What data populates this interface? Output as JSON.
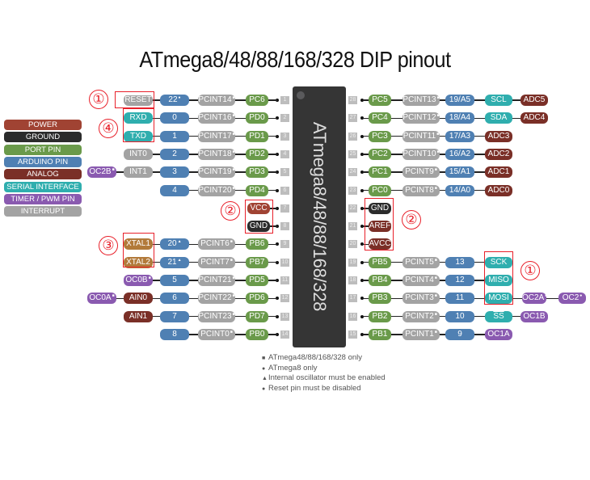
{
  "title": "ATmega8/48/88/168/328 DIP pinout",
  "colors": {
    "power": "#a04333",
    "ground": "#2b2b2b",
    "port": "#6a9a4a",
    "arduino": "#4f80b3",
    "analog": "#7a2f27",
    "serial": "#2faeae",
    "timer": "#8a5ab0",
    "interrupt": "#a3a3a3",
    "xtal": "#b27a3a",
    "callout": "#e8202a",
    "chip": "#353535"
  },
  "legend": [
    {
      "label": "POWER",
      "type": "power"
    },
    {
      "label": "GROUND",
      "type": "ground"
    },
    {
      "label": "PORT PIN",
      "type": "port"
    },
    {
      "label": "ARDUINO PIN",
      "type": "arduino"
    },
    {
      "label": "ANALOG",
      "type": "analog"
    },
    {
      "label": "SERIAL INTERFACE",
      "type": "serial"
    },
    {
      "label": "TIMER / PWM PIN",
      "type": "timer"
    },
    {
      "label": "INTERRUPT",
      "type": "interrupt"
    }
  ],
  "chip_label": "ATmega8/48/88/168/328",
  "left_pins": [
    {
      "pin": "1",
      "labels": [
        {
          "t": "RESET",
          "type": "interrupt",
          "overline": true
        },
        {
          "t": "22",
          "type": "arduino",
          "mark": "●"
        },
        {
          "t": "PCINT14",
          "type": "interrupt",
          "mark": "■"
        },
        {
          "t": "PC6",
          "type": "port"
        }
      ]
    },
    {
      "pin": "2",
      "labels": [
        {
          "t": "RXD",
          "type": "serial"
        },
        {
          "t": "0",
          "type": "arduino"
        },
        {
          "t": "PCINT16",
          "type": "interrupt",
          "mark": "■"
        },
        {
          "t": "PD0",
          "type": "port"
        }
      ]
    },
    {
      "pin": "3",
      "labels": [
        {
          "t": "TXD",
          "type": "serial"
        },
        {
          "t": "1",
          "type": "arduino"
        },
        {
          "t": "PCINT17",
          "type": "interrupt",
          "mark": "■"
        },
        {
          "t": "PD1",
          "type": "port"
        }
      ]
    },
    {
      "pin": "4",
      "labels": [
        {
          "t": "INT0",
          "type": "interrupt"
        },
        {
          "t": "2",
          "type": "arduino"
        },
        {
          "t": "PCINT18",
          "type": "interrupt",
          "mark": "■"
        },
        {
          "t": "PD2",
          "type": "port"
        }
      ]
    },
    {
      "pin": "5",
      "labels": [
        {
          "t": "OC2B",
          "type": "timer",
          "mark": "■"
        },
        {
          "t": "INT1",
          "type": "interrupt"
        },
        {
          "t": "3",
          "type": "arduino"
        },
        {
          "t": "PCINT19",
          "type": "interrupt",
          "mark": "■"
        },
        {
          "t": "PD3",
          "type": "port"
        }
      ]
    },
    {
      "pin": "6",
      "labels": [
        {
          "t": "4",
          "type": "arduino"
        },
        {
          "t": "PCINT20",
          "type": "interrupt",
          "mark": "■"
        },
        {
          "t": "PD4",
          "type": "port"
        }
      ]
    },
    {
      "pin": "7",
      "labels": [
        {
          "t": "VCC",
          "type": "power"
        }
      ]
    },
    {
      "pin": "8",
      "labels": [
        {
          "t": "GND",
          "type": "ground"
        }
      ]
    },
    {
      "pin": "9",
      "labels": [
        {
          "t": "XTAL1",
          "type": "xtal"
        },
        {
          "t": "20",
          "type": "arduino",
          "mark": "▲"
        },
        {
          "t": "PCINT6",
          "type": "interrupt",
          "mark": "■"
        },
        {
          "t": "PB6",
          "type": "port"
        }
      ]
    },
    {
      "pin": "10",
      "labels": [
        {
          "t": "XTAL2",
          "type": "xtal"
        },
        {
          "t": "21",
          "type": "arduino",
          "mark": "▲"
        },
        {
          "t": "PCINT7",
          "type": "interrupt",
          "mark": "■"
        },
        {
          "t": "PB7",
          "type": "port"
        }
      ]
    },
    {
      "pin": "11",
      "labels": [
        {
          "t": "OC0B",
          "type": "timer",
          "mark": "■"
        },
        {
          "t": "5",
          "type": "arduino"
        },
        {
          "t": "PCINT21",
          "type": "interrupt",
          "mark": "■"
        },
        {
          "t": "PD5",
          "type": "port"
        }
      ]
    },
    {
      "pin": "12",
      "labels": [
        {
          "t": "OC0A",
          "type": "timer",
          "mark": "■"
        },
        {
          "t": "AIN0",
          "type": "analog"
        },
        {
          "t": "6",
          "type": "arduino"
        },
        {
          "t": "PCINT22",
          "type": "interrupt",
          "mark": "■"
        },
        {
          "t": "PD6",
          "type": "port"
        }
      ]
    },
    {
      "pin": "13",
      "labels": [
        {
          "t": "AIN1",
          "type": "analog"
        },
        {
          "t": "7",
          "type": "arduino"
        },
        {
          "t": "PCINT23",
          "type": "interrupt",
          "mark": "■"
        },
        {
          "t": "PD7",
          "type": "port"
        }
      ]
    },
    {
      "pin": "14",
      "labels": [
        {
          "t": "8",
          "type": "arduino"
        },
        {
          "t": "PCINT0",
          "type": "interrupt",
          "mark": "■"
        },
        {
          "t": "PB0",
          "type": "port"
        }
      ]
    }
  ],
  "right_pins": [
    {
      "pin": "28",
      "labels": [
        {
          "t": "PC5",
          "type": "port"
        },
        {
          "t": "PCINT13",
          "type": "interrupt",
          "mark": "■"
        },
        {
          "t": "19/A5",
          "type": "arduino"
        },
        {
          "t": "SCL",
          "type": "serial"
        },
        {
          "t": "ADC5",
          "type": "analog"
        }
      ]
    },
    {
      "pin": "27",
      "labels": [
        {
          "t": "PC4",
          "type": "port"
        },
        {
          "t": "PCINT12",
          "type": "interrupt",
          "mark": "■"
        },
        {
          "t": "18/A4",
          "type": "arduino"
        },
        {
          "t": "SDA",
          "type": "serial"
        },
        {
          "t": "ADC4",
          "type": "analog"
        }
      ]
    },
    {
      "pin": "26",
      "labels": [
        {
          "t": "PC3",
          "type": "port"
        },
        {
          "t": "PCINT11",
          "type": "interrupt",
          "mark": "■"
        },
        {
          "t": "17/A3",
          "type": "arduino"
        },
        {
          "t": "ADC3",
          "type": "analog"
        }
      ]
    },
    {
      "pin": "25",
      "labels": [
        {
          "t": "PC2",
          "type": "port"
        },
        {
          "t": "PCINT10",
          "type": "interrupt",
          "mark": "■"
        },
        {
          "t": "16/A2",
          "type": "arduino"
        },
        {
          "t": "ADC2",
          "type": "analog"
        }
      ]
    },
    {
      "pin": "24",
      "labels": [
        {
          "t": "PC1",
          "type": "port"
        },
        {
          "t": "PCINT9",
          "type": "interrupt",
          "mark": "■"
        },
        {
          "t": "15/A1",
          "type": "arduino"
        },
        {
          "t": "ADC1",
          "type": "analog"
        }
      ]
    },
    {
      "pin": "23",
      "labels": [
        {
          "t": "PC0",
          "type": "port"
        },
        {
          "t": "PCINT8",
          "type": "interrupt",
          "mark": "■"
        },
        {
          "t": "14/A0",
          "type": "arduino"
        },
        {
          "t": "ADC0",
          "type": "analog"
        }
      ]
    },
    {
      "pin": "22",
      "labels": [
        {
          "t": "GND",
          "type": "ground"
        }
      ]
    },
    {
      "pin": "21",
      "labels": [
        {
          "t": "AREF",
          "type": "analog"
        }
      ]
    },
    {
      "pin": "20",
      "labels": [
        {
          "t": "AVCC",
          "type": "analog"
        }
      ]
    },
    {
      "pin": "19",
      "labels": [
        {
          "t": "PB5",
          "type": "port"
        },
        {
          "t": "PCINT5",
          "type": "interrupt",
          "mark": "■"
        },
        {
          "t": "13",
          "type": "arduino"
        },
        {
          "t": "SCK",
          "type": "serial"
        }
      ]
    },
    {
      "pin": "18",
      "labels": [
        {
          "t": "PB4",
          "type": "port"
        },
        {
          "t": "PCINT4",
          "type": "interrupt",
          "mark": "■"
        },
        {
          "t": "12",
          "type": "arduino"
        },
        {
          "t": "MISO",
          "type": "serial"
        }
      ]
    },
    {
      "pin": "17",
      "labels": [
        {
          "t": "PB3",
          "type": "port"
        },
        {
          "t": "PCINT3",
          "type": "interrupt",
          "mark": "■"
        },
        {
          "t": "11",
          "type": "arduino"
        },
        {
          "t": "MOSI",
          "type": "serial"
        },
        {
          "t": "OC2A",
          "type": "timer",
          "mark": "■"
        },
        {
          "t": "OC2",
          "type": "timer",
          "mark": "●"
        }
      ]
    },
    {
      "pin": "16",
      "labels": [
        {
          "t": "PB2",
          "type": "port"
        },
        {
          "t": "PCINT2",
          "type": "interrupt",
          "mark": "■"
        },
        {
          "t": "10",
          "type": "arduino"
        },
        {
          "t": "SS",
          "type": "serial",
          "overline": true
        },
        {
          "t": "OC1B",
          "type": "timer"
        }
      ]
    },
    {
      "pin": "15",
      "labels": [
        {
          "t": "PB1",
          "type": "port"
        },
        {
          "t": "PCINT1",
          "type": "interrupt",
          "mark": "■"
        },
        {
          "t": "9",
          "type": "arduino"
        },
        {
          "t": "OC1A",
          "type": "timer"
        }
      ]
    }
  ],
  "callouts": [
    {
      "num": "①",
      "label": "reset-callout"
    },
    {
      "num": "④",
      "label": "uart-callout"
    },
    {
      "num": "②",
      "label": "power-left-callout"
    },
    {
      "num": "③",
      "label": "xtal-callout"
    },
    {
      "num": "②",
      "label": "power-right-callout"
    },
    {
      "num": "①",
      "label": "spi-callout"
    }
  ],
  "notes": [
    {
      "mark": "■",
      "text": "ATmega48/88/168/328 only"
    },
    {
      "mark": "●",
      "text": "ATmega8 only"
    },
    {
      "mark": "▲",
      "text": "Internal oscillator must be enabled"
    },
    {
      "mark": "●",
      "text": "Reset pin must be disabled"
    }
  ]
}
